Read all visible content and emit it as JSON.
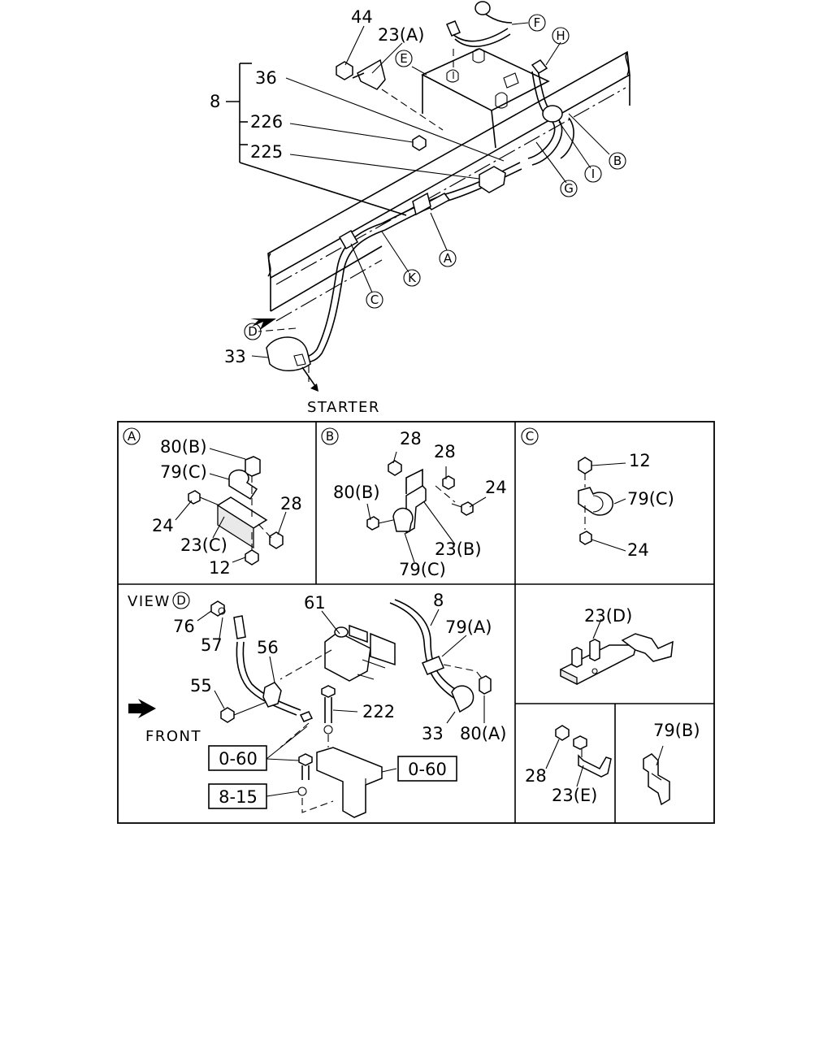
{
  "top": {
    "callouts_numbers": [
      "44",
      "23(A)",
      "36",
      "226",
      "225",
      "8",
      "33"
    ],
    "callouts_letters": [
      "E",
      "F",
      "H",
      "B",
      "I",
      "G",
      "A",
      "K",
      "C",
      "D"
    ],
    "starter_label": "STARTER"
  },
  "panel_a": {
    "tag": "A",
    "labels": [
      "80(B)",
      "79(C)",
      "24",
      "28",
      "23(C)",
      "12"
    ]
  },
  "panel_b": {
    "tag": "B",
    "labels": [
      "28",
      "28",
      "80(B)",
      "24",
      "23(B)",
      "79(C)"
    ]
  },
  "panel_c": {
    "tag": "C",
    "labels": [
      "12",
      "79(C)",
      "24"
    ]
  },
  "view_d": {
    "title": "VIEW",
    "tag": "D",
    "labels": [
      "76",
      "57",
      "61",
      "8",
      "79(A)",
      "56",
      "55",
      "222",
      "33",
      "80(A)"
    ],
    "front_label": "FRONT",
    "ref_boxes": [
      "0-60",
      "0-60",
      "8-15"
    ]
  },
  "panel_23d": {
    "labels": [
      "23(D)"
    ]
  },
  "panel_23e": {
    "labels": [
      "28",
      "23(E)"
    ]
  },
  "panel_79b": {
    "labels": [
      "79(B)"
    ]
  }
}
